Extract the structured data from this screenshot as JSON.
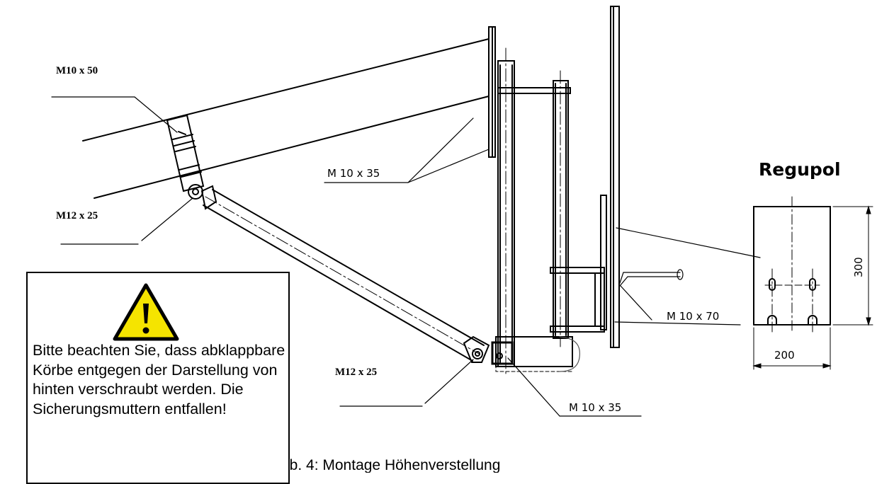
{
  "labels": {
    "bolt_m10x50": "M10 x 50",
    "bolt_m12x25_top": "M12 x 25",
    "bolt_m12x25_bottom": "M12 x 25",
    "bolt_m10x35_upper": "M 10 x 35",
    "bolt_m10x35_lower": "M 10 x 35",
    "bolt_m10x70": "M 10 x 70"
  },
  "regupol": {
    "title": "Regupol",
    "height_dim": "300",
    "width_dim": "200"
  },
  "warning": {
    "icon": "warning-triangle-icon",
    "text": "Bitte beachten Sie, dass abklappbare Körbe entgegen der Darstellung von hinten verschraubt werden. Die Sicherungsmuttern entfallen!"
  },
  "caption": "Abb. 4: Montage Höhenverstellung",
  "colors": {
    "line": "#000000",
    "warning_fill": "#f5e400"
  }
}
